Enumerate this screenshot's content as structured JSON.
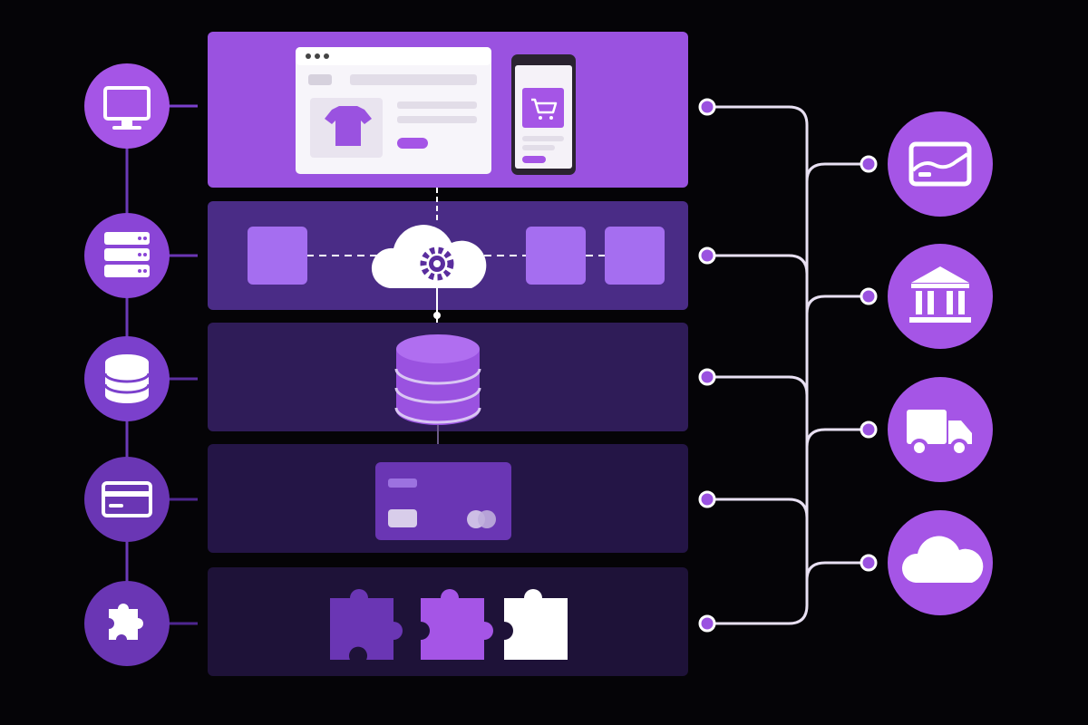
{
  "colors": {
    "background": "#050407",
    "purple_bright": "#a555e6",
    "purple_mid": "#7b40cc",
    "purple_dark": "#5a2d9e",
    "layer_frontend": "#9a52e0",
    "layer_api": "#4a2c86",
    "layer_data": "#2f1c58",
    "layer_payment": "#241546",
    "layer_plugins": "#1e1238",
    "connector": "#e8e0f2"
  },
  "left_icons": [
    {
      "icon": "monitor-icon"
    },
    {
      "icon": "server-icon"
    },
    {
      "icon": "database-icon"
    },
    {
      "icon": "credit-card-icon"
    },
    {
      "icon": "puzzle-icon"
    }
  ],
  "layers": [
    {
      "name": "frontend-layer",
      "content": [
        "browser-window",
        "mobile-phone",
        "tshirt-icon",
        "cart-icon"
      ]
    },
    {
      "name": "api-layer",
      "content": [
        "service-block",
        "cloud-gear-icon",
        "service-block",
        "service-block"
      ]
    },
    {
      "name": "data-layer",
      "content": [
        "database-stack-icon"
      ]
    },
    {
      "name": "payment-layer",
      "content": [
        "payment-card"
      ]
    },
    {
      "name": "plugin-layer",
      "content": [
        "puzzle-piece",
        "puzzle-piece",
        "puzzle-piece"
      ]
    }
  ],
  "right_icons": [
    {
      "icon": "payment-gateway-icon"
    },
    {
      "icon": "bank-icon"
    },
    {
      "icon": "delivery-truck-icon"
    },
    {
      "icon": "cloud-icon"
    }
  ]
}
